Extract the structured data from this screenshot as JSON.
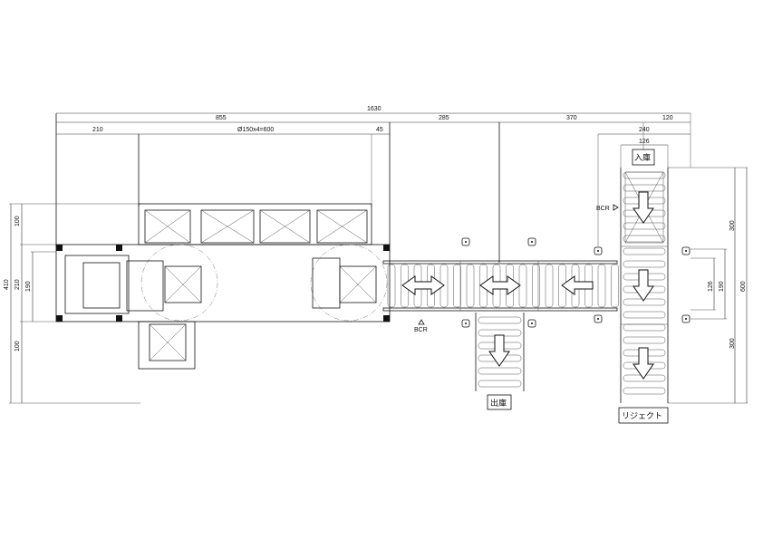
{
  "dimensions": {
    "top": {
      "overall": "1630",
      "left_section": "855",
      "conveyor_a": "285",
      "conveyor_b": "370",
      "right_offset": "120",
      "left_margin": "210",
      "roller_pitch": "Ø150x4=600",
      "gap": "45",
      "reject_width": "240",
      "reject_inner": "126"
    },
    "left": {
      "top": "100",
      "overall": "410",
      "middle": "210",
      "inner": "190",
      "bottom": "100"
    },
    "right": {
      "top": "300",
      "inner": "126",
      "middle": "190",
      "overall": "600",
      "bottom": "300"
    }
  },
  "labels": {
    "inbound": "入庫",
    "outbound": "出庫",
    "reject": "リジェクト",
    "bcr_bottom": "BCR",
    "bcr_side": "BCR"
  }
}
